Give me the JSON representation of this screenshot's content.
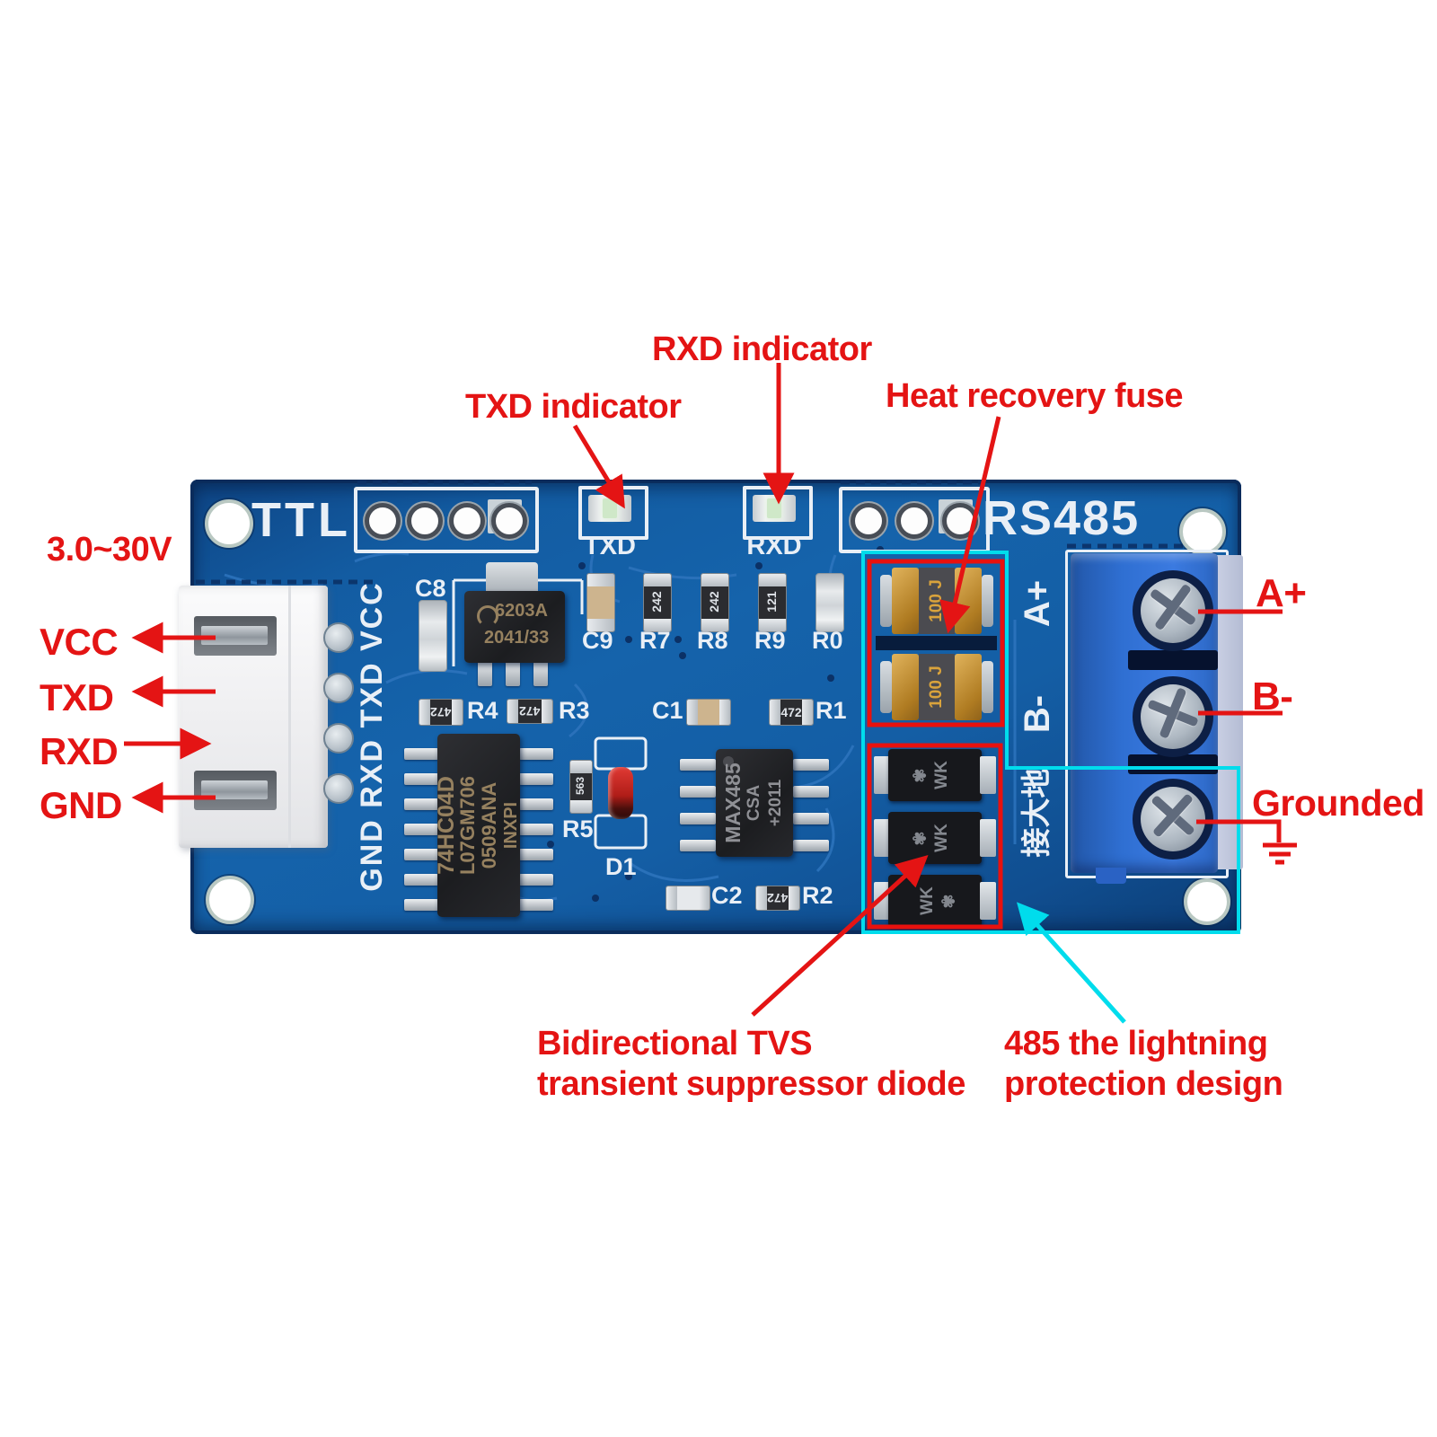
{
  "colors": {
    "annotation_red": "#e41414",
    "highlight_red": "#e8110e",
    "highlight_cyan": "#00dcec",
    "board_blue": "#1563ab",
    "terminal_blue": "#2f6fd2",
    "silkscreen_white": "#e9eff6"
  },
  "annotations": {
    "txd_indicator": "TXD indicator",
    "rxd_indicator": "RXD indicator",
    "heat_fuse": "Heat recovery fuse",
    "voltage_range": "3.0~30V",
    "pin_vcc": "VCC",
    "pin_txd": "TXD",
    "pin_rxd": "RXD",
    "pin_gnd": "GND",
    "term_a": "A+",
    "term_b": "B-",
    "term_gnd": "Grounded",
    "tvs_line1": "Bidirectional TVS",
    "tvs_line2": "transient suppressor diode",
    "lightning_line1": "485 the lightning",
    "lightning_line2": "protection design"
  },
  "board": {
    "label_ttl": "TTL",
    "label_rs485": "RS485",
    "led_txd": "TXD",
    "led_rxd": "RXD",
    "pin_header_labels": "GND RXD TXD VCC",
    "silk_a": "A+",
    "silk_b": "B-",
    "silk_ground_cn": "接大地",
    "refdes": {
      "c8": "C8",
      "c9": "C9",
      "r7": "R7",
      "r8": "R8",
      "r9": "R9",
      "r0": "R0",
      "r4": "R4",
      "r3": "R3",
      "c1": "C1",
      "r1": "R1",
      "r5": "R5",
      "d1": "D1",
      "c2": "C2",
      "r2": "R2"
    },
    "markings": {
      "regulator1": "6203A",
      "regulator2": "2041/33",
      "ic1_line1": "74HC04D",
      "ic1_line2": "L07GM706",
      "ic1_line3": "0509ANA",
      "ic1_line4": "INXPI",
      "ic2_line1": "MAX485",
      "ic2_line2": "CSA",
      "ic2_line3": "+2011",
      "r7": "242",
      "r8": "242",
      "r9": "121",
      "r4": "472",
      "r3": "472",
      "r1": "472",
      "r2": "472",
      "r5": "563",
      "fuse": "100 J",
      "tvs_logo": "✾",
      "tvs": "WK"
    }
  }
}
